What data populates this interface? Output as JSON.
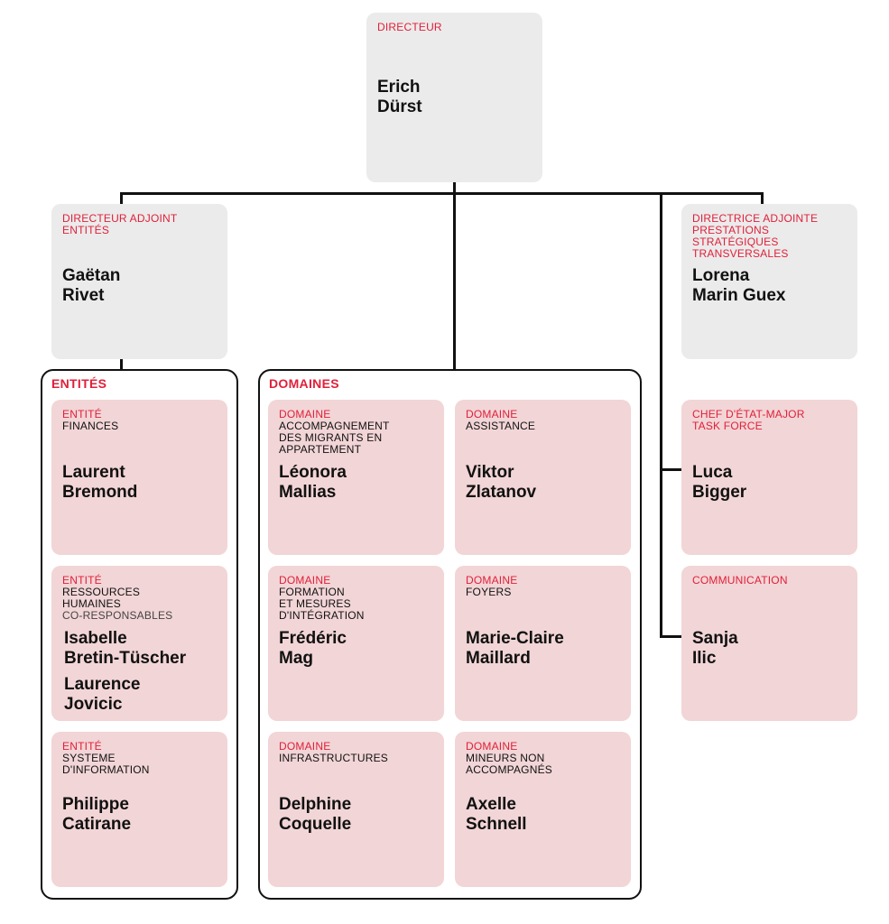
{
  "director": {
    "role": "DIRECTEUR",
    "name_line1": "Erich",
    "name_line2": "Dürst"
  },
  "deputy_left": {
    "role_line1": "DIRECTEUR ADJOINT",
    "role_line2": "ENTITÉS",
    "name_line1": "Gaëtan",
    "name_line2": "Rivet"
  },
  "deputy_right": {
    "role_line1": "DIRECTRICE ADJOINTE",
    "role_line2": "PRESTATIONS",
    "role_line3": "STRATÉGIQUES",
    "role_line4": "TRANSVERSALES",
    "name_line1": "Lorena",
    "name_line2": "Marin Guex"
  },
  "entites": {
    "title": "ENTITÉS",
    "finances": {
      "role": "ENTITÉ",
      "unit_line1": "FINANCES",
      "name_line1": "Laurent",
      "name_line2": "Bremond"
    },
    "rh": {
      "role": "ENTITÉ",
      "unit_line1": "RESSOURCES",
      "unit_line2": "HUMAINES",
      "note": "CO-RESPONSABLES",
      "name1_line1": "Isabelle",
      "name1_line2": "Bretin-Tüscher",
      "name2_line1": "Laurence",
      "name2_line2": "Jovicic"
    },
    "si": {
      "role": "ENTITÉ",
      "unit_line1": "SYSTEME",
      "unit_line2": "D'INFORMATION",
      "name_line1": "Philippe",
      "name_line2": "Catirane"
    }
  },
  "domaines": {
    "title": "DOMAINES",
    "accompagnement": {
      "role": "DOMAINE",
      "unit_line1": "ACCOMPAGNEMENT",
      "unit_line2": "DES MIGRANTS EN",
      "unit_line3": "APPARTEMENT",
      "name_line1": "Léonora",
      "name_line2": "Mallias"
    },
    "assistance": {
      "role": "DOMAINE",
      "unit_line1": "ASSISTANCE",
      "name_line1": "Viktor",
      "name_line2": "Zlatanov"
    },
    "formation": {
      "role": "DOMAINE",
      "unit_line1": "FORMATION",
      "unit_line2": "ET MESURES",
      "unit_line3": "D'INTÉGRATION",
      "name_line1": "Frédéric",
      "name_line2": "Mag"
    },
    "foyers": {
      "role": "DOMAINE",
      "unit_line1": "FOYERS",
      "name_line1": "Marie-Claire",
      "name_line2": "Maillard"
    },
    "infrastructures": {
      "role": "DOMAINE",
      "unit_line1": "INFRASTRUCTURES",
      "name_line1": "Delphine",
      "name_line2": "Coquelle"
    },
    "mineurs": {
      "role": "DOMAINE",
      "unit_line1": "MINEURS NON",
      "unit_line2": "ACCOMPAGNÉS",
      "name_line1": "Axelle",
      "name_line2": "Schnell"
    }
  },
  "chef_etat_major": {
    "role_line1": "CHEF D'ÉTAT-MAJOR",
    "role_line2": "TASK FORCE",
    "name_line1": "Luca",
    "name_line2": "Bigger"
  },
  "communication": {
    "role": "COMMUNICATION",
    "name_line1": "Sanja",
    "name_line2": "Ilic"
  },
  "colors": {
    "accent": "#e0203a",
    "gray_box": "#ebebeb",
    "pink_box": "#f2d5d6",
    "line": "#111111"
  }
}
